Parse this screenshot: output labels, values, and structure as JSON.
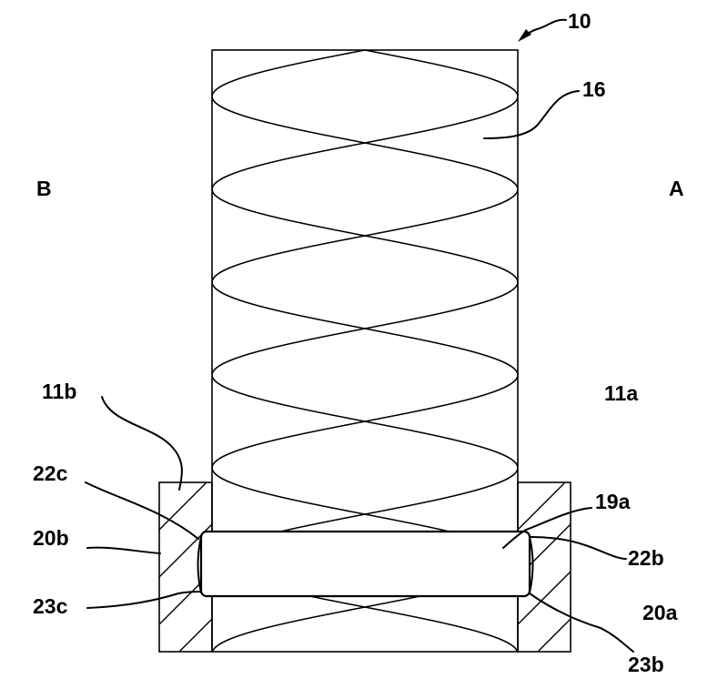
{
  "figure": {
    "labels": {
      "ref_10": "10",
      "ref_16": "16",
      "side_b": "B",
      "side_a": "A",
      "ref_11b": "11b",
      "ref_11a": "11a",
      "ref_22c": "22c",
      "ref_19a": "19a",
      "ref_20b": "20b",
      "ref_22b": "22b",
      "ref_23c": "23c",
      "ref_20a": "20a",
      "ref_23b": "23b"
    }
  }
}
